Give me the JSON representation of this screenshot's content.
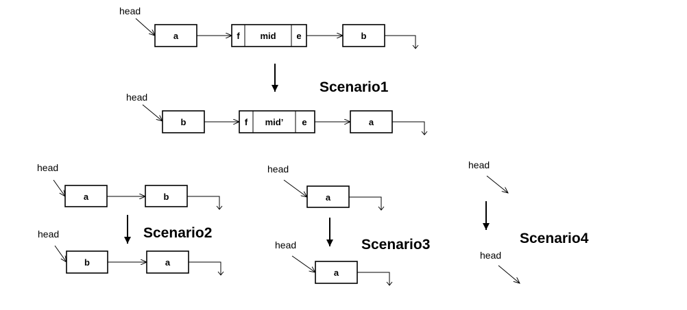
{
  "colors": {
    "stroke": "#000000",
    "ground": "#808080",
    "background": "#ffffff"
  },
  "head_label": "head",
  "scenario1": {
    "title": "Scenario1",
    "before": {
      "nodes": [
        "a",
        "mid",
        "b"
      ],
      "mid_left": "f",
      "mid_right": "e"
    },
    "after": {
      "nodes": [
        "b",
        "mid’",
        "a"
      ],
      "mid_left": "f",
      "mid_right": "e"
    }
  },
  "scenario2": {
    "title": "Scenario2",
    "before": {
      "nodes": [
        "a",
        "b"
      ]
    },
    "after": {
      "nodes": [
        "b",
        "a"
      ]
    }
  },
  "scenario3": {
    "title": "Scenario3",
    "before": {
      "nodes": [
        "a"
      ]
    },
    "after": {
      "nodes": [
        "a"
      ]
    }
  },
  "scenario4": {
    "title": "Scenario4"
  }
}
